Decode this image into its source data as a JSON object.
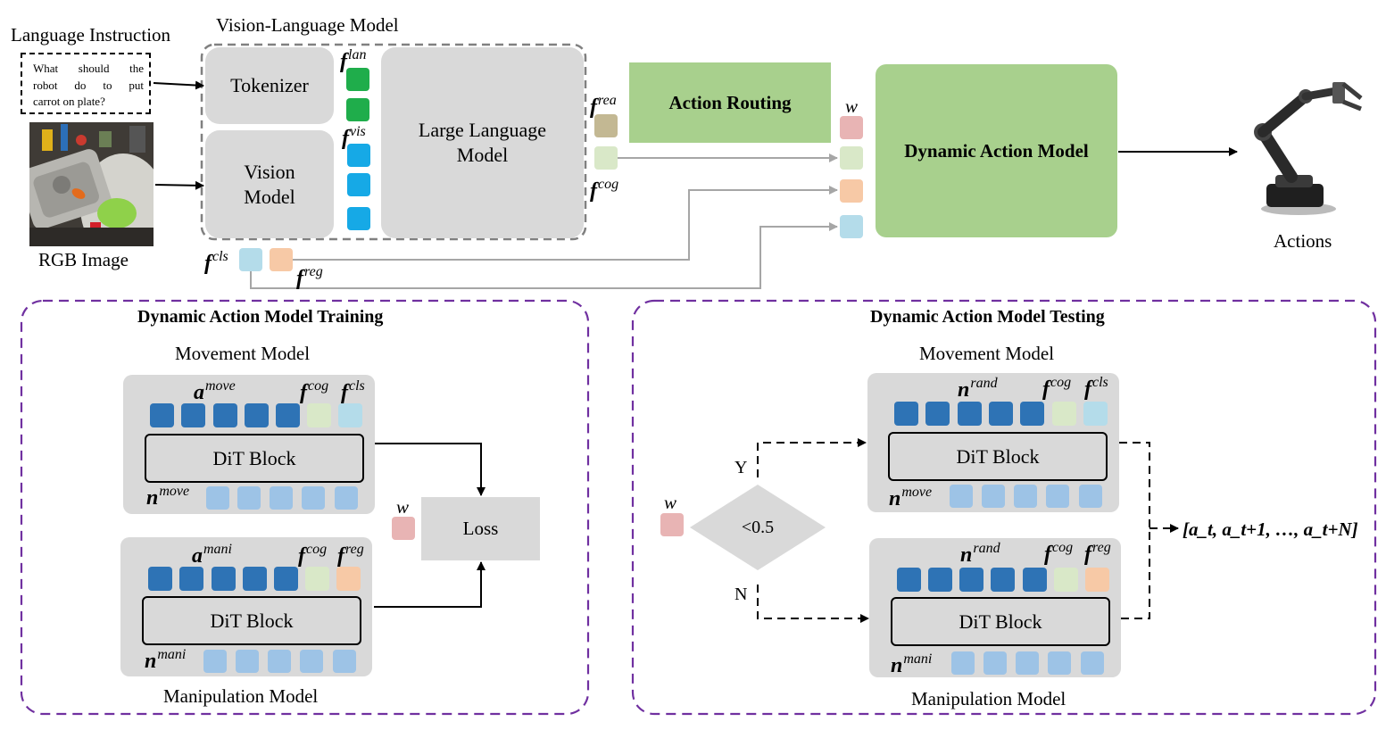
{
  "top": {
    "language_instruction_label": "Language Instruction",
    "instruction_text_lines": [
      "What should the",
      "robot do to put",
      "carrot on plate?"
    ],
    "rgb_image_label": "RGB Image",
    "vlm_label": "Vision-Language Model",
    "tokenizer_label": "Tokenizer",
    "vision_model_label": "Vision Model",
    "llm_label": "Large Language Model",
    "action_routing_label": "Action Routing",
    "dam_label": "Dynamic Action Model",
    "actions_label": "Actions",
    "features": {
      "f_lan": "lan",
      "f_vis": "vis",
      "f_rea": "rea",
      "f_cog": "cog",
      "f_cls": "cls",
      "f_reg": "reg",
      "w": "w"
    }
  },
  "training": {
    "title": "Dynamic Action Model Training",
    "movement_model_label": "Movement Model",
    "manipulation_model_label": "Manipulation Model",
    "a_move_sup": "move",
    "a_mani_sup": "mani",
    "n_move_sup": "move",
    "n_mani_sup": "mani",
    "dit_block_label": "DiT Block",
    "loss_label": "Loss",
    "w_label": "w"
  },
  "testing": {
    "title": "Dynamic Action Model Testing",
    "movement_model_label": "Movement Model",
    "manipulation_model_label": "Manipulation Model",
    "n_rand_sup": "rand",
    "n_move_sup": "move",
    "n_mani_sup": "mani",
    "dit_block_label": "DiT Block",
    "condition_label": "<0.5",
    "yes_label": "Y",
    "no_label": "N",
    "w_label": "w",
    "output_label": "[a_t, a_t+1, …, a_t+N]"
  },
  "colors": {
    "box_gray": "#d9d9d9",
    "green_box": "#a8d08d",
    "lan_green": "#1fad4b",
    "vis_blue": "#16a9e6",
    "rea_tan": "#c3b893",
    "cog_light_green": "#d9e8c8",
    "cls_light_blue": "#b4dcea",
    "reg_peach": "#f7c9a6",
    "w_pink": "#e8b4b4",
    "token_dark_blue": "#2e73b5",
    "token_light_blue": "#9dc3e6",
    "purple_dash": "#7030a0",
    "arrow_gray": "#a6a6a6"
  }
}
